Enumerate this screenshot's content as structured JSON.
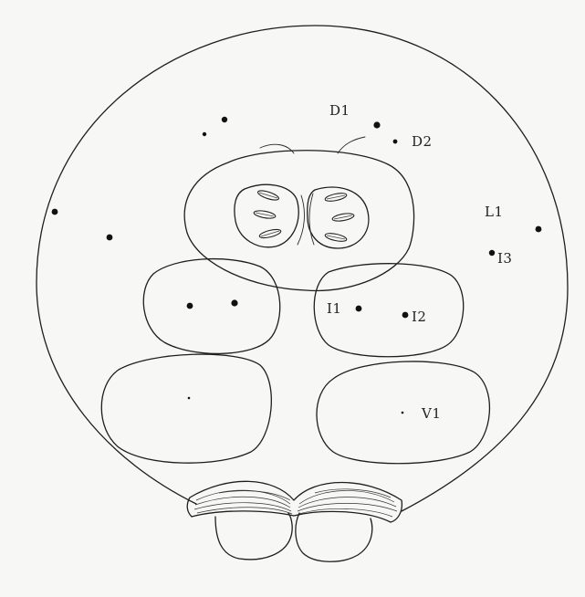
{
  "labels": {
    "D1": "D1",
    "D2": "D2",
    "L1": "L1",
    "I1": "I1",
    "I2": "I2",
    "I3": "I3",
    "V1": "V1"
  }
}
